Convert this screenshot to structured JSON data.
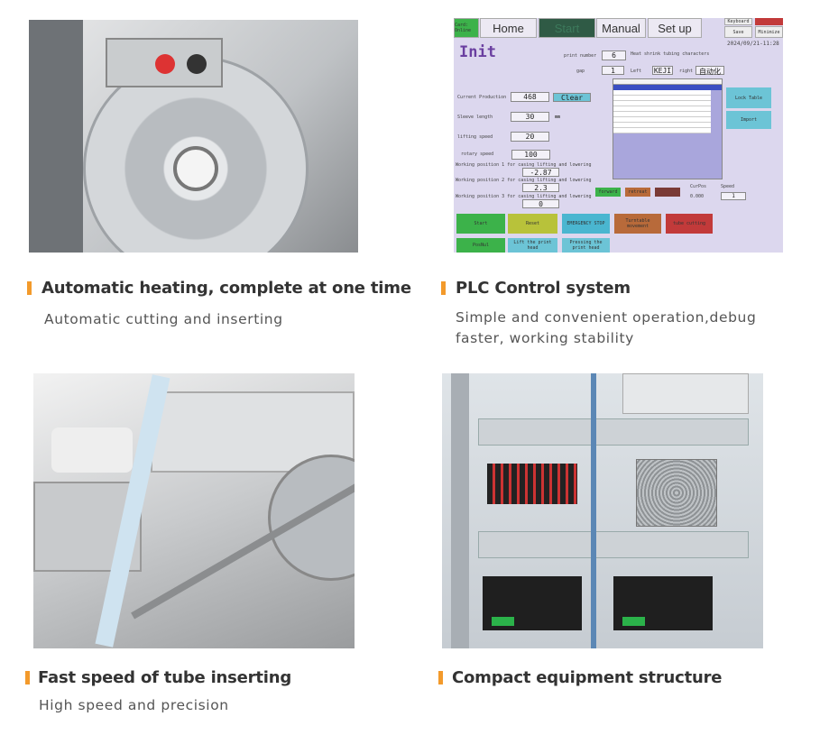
{
  "features": [
    {
      "title": "Automatic heating, complete at one time",
      "subtitle": "Automatic cutting and inserting"
    },
    {
      "title": "PLC Control system",
      "subtitle_lines": [
        "Simple and convenient operation,debug",
        "faster, working stability"
      ]
    },
    {
      "title": "Fast speed of tube inserting",
      "subtitle": "High speed and precision"
    },
    {
      "title": "Compact equipment structure",
      "subtitle": ""
    }
  ],
  "plc_screen": {
    "status": "Card: Online",
    "tabs": [
      "Home",
      "Start",
      "Manual",
      "Set up"
    ],
    "top_buttons": [
      "Keyboard",
      "Save",
      "Minimize"
    ],
    "datetime": "2024/09/21-11:28",
    "page_title": "Init",
    "print_number_label": "print number",
    "print_number": "6",
    "heat_label": "Heat shrink tubing characters",
    "gap_label": "gap",
    "gap": "1",
    "left_label": "Left",
    "left_value": "KEJI",
    "right_label": "right",
    "right_value": "自动化",
    "current_production_label": "Current Production",
    "current_production": "468",
    "clear_label": "Clear",
    "sleeve_length_label": "Sleeve length",
    "sleeve_length": "30",
    "sleeve_unit": "mm",
    "lifting_speed_label": "lifting speed",
    "lifting_speed": "20",
    "rotary_speed_label": "rotary speed",
    "rotary_speed": "100",
    "wp1_label": "Working position 1 for casing lifting and lowering",
    "wp1": "-2.87",
    "wp2_label": "Working position 2 for casing lifting and lowering",
    "wp2": "2.3",
    "wp3_label": "Working position 3 for casing lifting and lowering",
    "wp3": "0",
    "lock_table": "Lock Table",
    "import": "Import",
    "forward": "forward",
    "retreat": "retreat",
    "curpos_label": "CurPos",
    "curpos": "0.000",
    "speed_label": "Speed",
    "speed": "1",
    "actions": [
      "Start",
      "Reset",
      "EMERGENCY STOP",
      "Turntable movement",
      "tube cutting"
    ],
    "actions2": [
      "PosNul",
      "Lift the print head",
      "Pressing the print head"
    ]
  },
  "colors": {
    "accent": "#f39a2b"
  }
}
